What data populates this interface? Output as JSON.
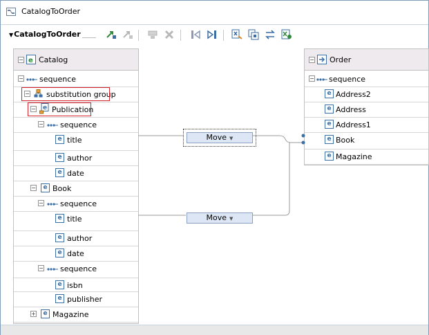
{
  "window": {
    "title": "CatalogToOrder",
    "toolbar_title": "CatalogToOrder"
  },
  "toolbar": {
    "icons": [
      "map-add-icon",
      "map-remove-icon",
      "delete-mapping-icon",
      "delete-icon",
      "previous-mapping-icon",
      "next-mapping-icon",
      "expand-source-icon",
      "expand-target-icon",
      "sync-icon",
      "xpath-icon"
    ]
  },
  "source": {
    "header": "Catalog",
    "rows": [
      {
        "label": "sequence",
        "type": "sequence",
        "expander": "minus"
      },
      {
        "label": "substitution group",
        "type": "group",
        "expander": "minus"
      },
      {
        "label": "Publication",
        "type": "element-abstract",
        "expander": "minus"
      },
      {
        "label": "sequence",
        "type": "sequence",
        "expander": "minus"
      },
      {
        "label": "title",
        "type": "element",
        "expander": ""
      },
      {
        "label": "author",
        "type": "element",
        "expander": ""
      },
      {
        "label": "date",
        "type": "element",
        "expander": ""
      },
      {
        "label": "Book",
        "type": "element",
        "expander": "minus"
      },
      {
        "label": "sequence",
        "type": "sequence",
        "expander": "minus"
      },
      {
        "label": "title",
        "type": "element",
        "expander": ""
      },
      {
        "label": "author",
        "type": "element",
        "expander": ""
      },
      {
        "label": "date",
        "type": "element",
        "expander": ""
      },
      {
        "label": "sequence",
        "type": "sequence",
        "expander": "minus"
      },
      {
        "label": "isbn",
        "type": "element",
        "expander": ""
      },
      {
        "label": "publisher",
        "type": "element",
        "expander": ""
      },
      {
        "label": "Magazine",
        "type": "element",
        "expander": "plus"
      }
    ]
  },
  "target": {
    "header": "Order",
    "rows": [
      {
        "label": "sequence",
        "type": "sequence",
        "expander": "minus"
      },
      {
        "label": "Address2",
        "type": "element",
        "expander": ""
      },
      {
        "label": "Address",
        "type": "element",
        "expander": ""
      },
      {
        "label": "Address1",
        "type": "element",
        "expander": ""
      },
      {
        "label": "Book",
        "type": "element",
        "expander": ""
      },
      {
        "label": "Magazine",
        "type": "element",
        "expander": ""
      }
    ]
  },
  "mappings": [
    {
      "label": "Move",
      "from": "title",
      "to": "Book"
    },
    {
      "label": "Move",
      "from": "title",
      "to": "Book"
    }
  ],
  "colors": {
    "accent": "#3a6ea5",
    "highlight": "#d6202a",
    "header_bg": "#eeeaee",
    "move_bg": "#dde6f4"
  }
}
